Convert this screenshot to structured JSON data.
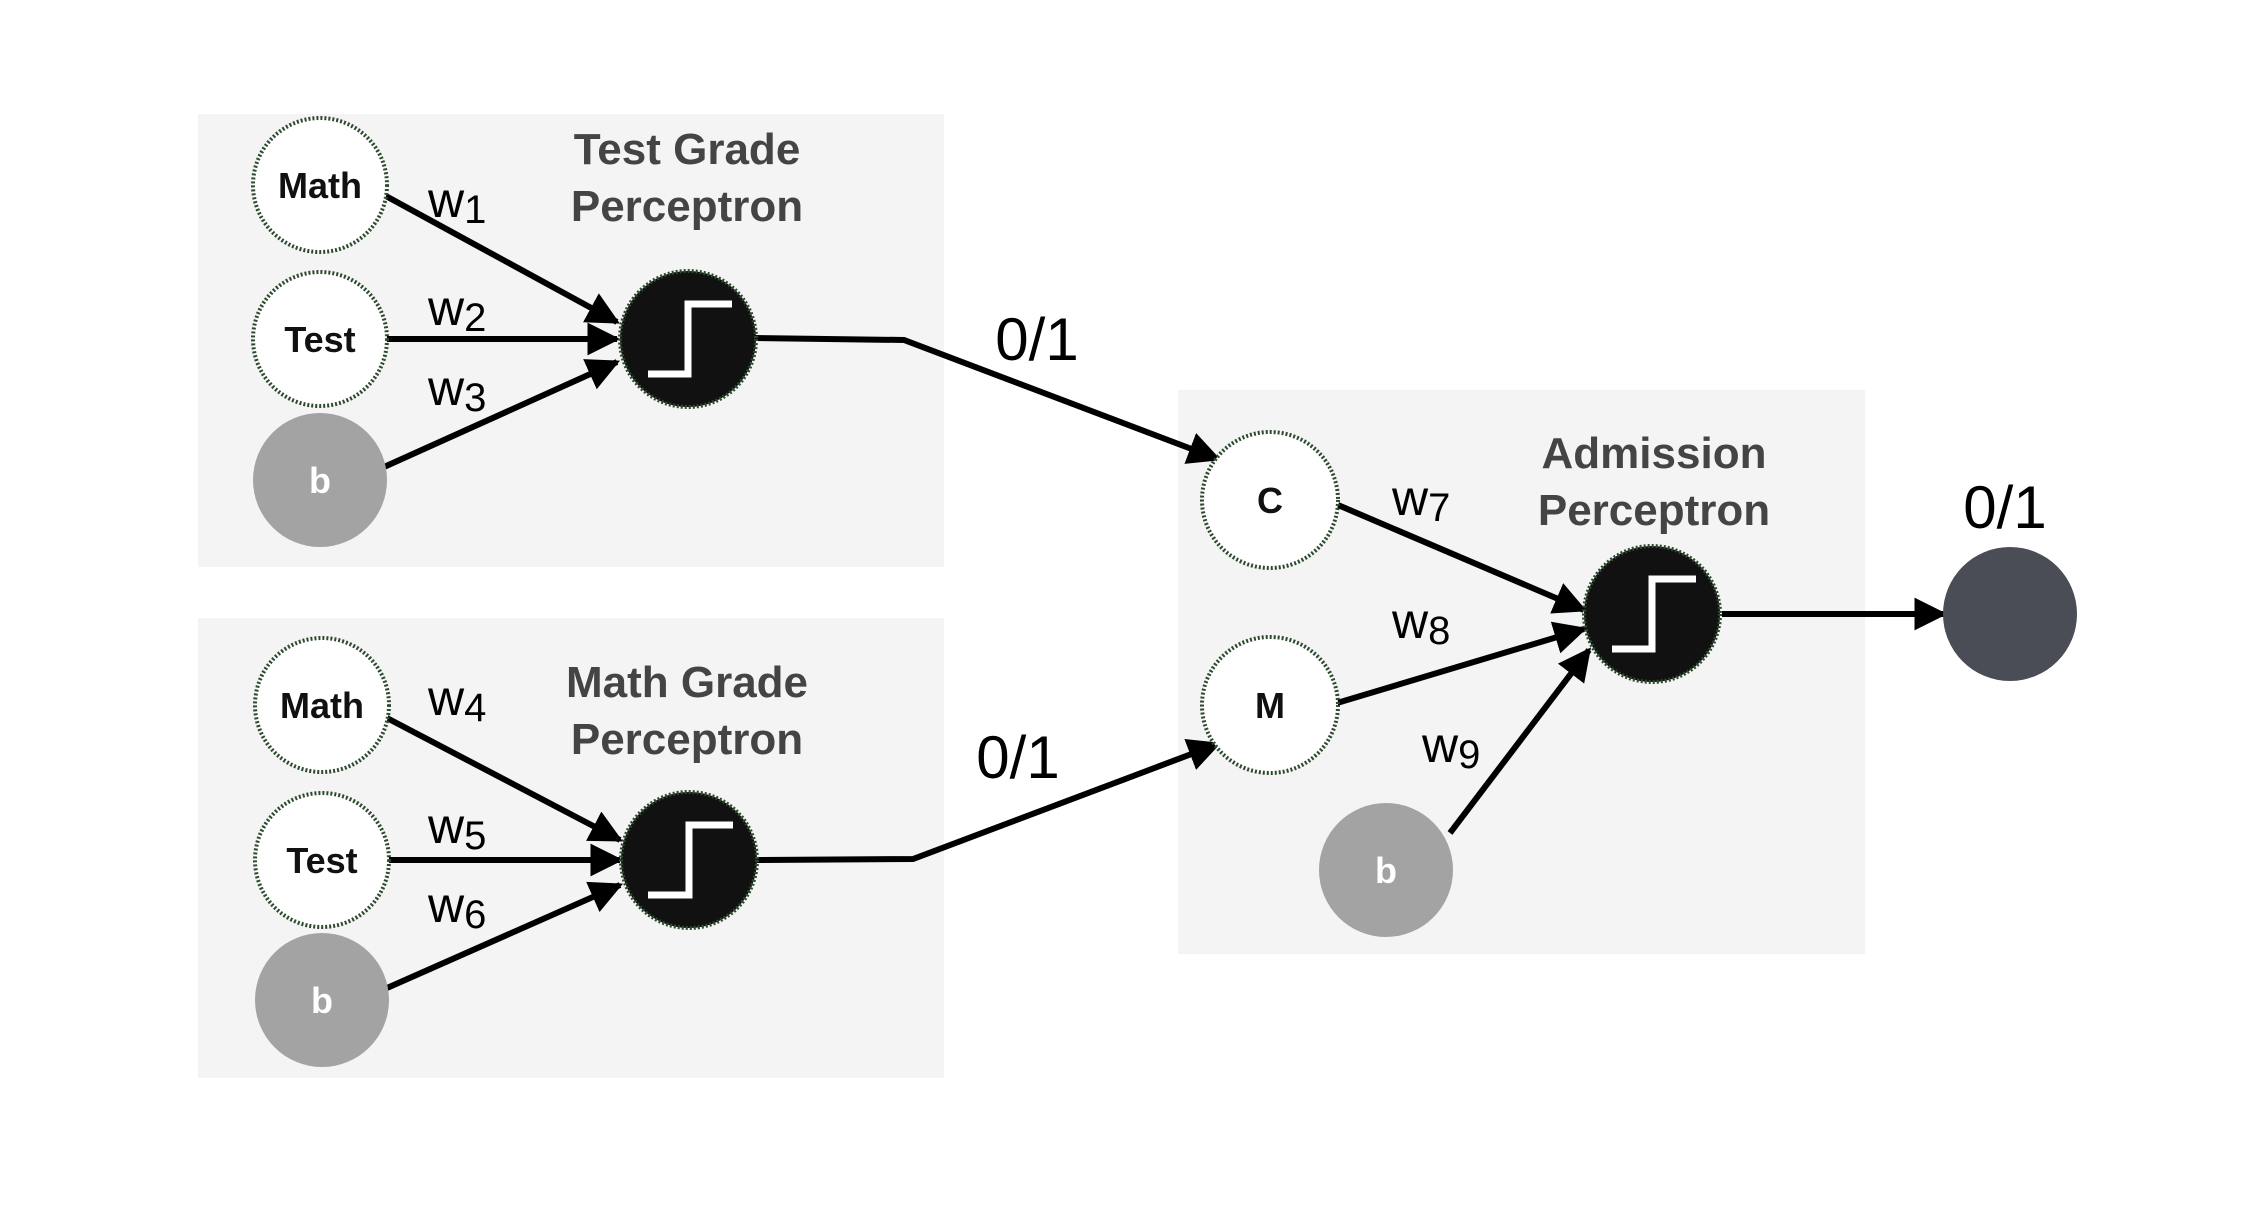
{
  "colors": {
    "panel_bg": "#f4f4f4",
    "input_fill": "#ffffff",
    "input_ring": "#2e4a2e",
    "bias_fill": "#a3a3a3",
    "step_fill": "#111111",
    "output_fill": "#4a4d55"
  },
  "panels": {
    "test_grade": {
      "title_line1": "Test Grade",
      "title_line2": "Perceptron",
      "inputs": [
        "Math",
        "Test"
      ],
      "bias": "b",
      "weights": [
        {
          "letter": "w",
          "sub": "1"
        },
        {
          "letter": "w",
          "sub": "2"
        },
        {
          "letter": "w",
          "sub": "3"
        }
      ]
    },
    "math_grade": {
      "title_line1": "Math Grade",
      "title_line2": "Perceptron",
      "inputs": [
        "Math",
        "Test"
      ],
      "bias": "b",
      "weights": [
        {
          "letter": "w",
          "sub": "4"
        },
        {
          "letter": "w",
          "sub": "5"
        },
        {
          "letter": "w",
          "sub": "6"
        }
      ]
    },
    "admission": {
      "title_line1": "Admission",
      "title_line2": "Perceptron",
      "inputs": [
        "C",
        "M"
      ],
      "bias": "b",
      "weights": [
        {
          "letter": "w",
          "sub": "7"
        },
        {
          "letter": "w",
          "sub": "8"
        },
        {
          "letter": "w",
          "sub": "9"
        }
      ]
    }
  },
  "signals": {
    "test_to_c": "0/1",
    "math_to_m": "0/1",
    "final_output": "0/1"
  },
  "icons": {
    "activation": "step-function-icon",
    "output": "output-node"
  }
}
